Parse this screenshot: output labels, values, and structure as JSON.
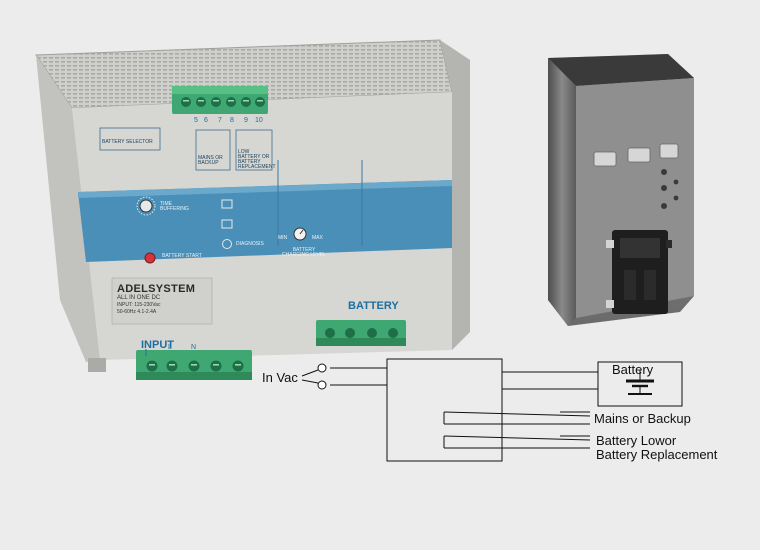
{
  "device": {
    "brand": "ADELSYSTEM",
    "label_line1": "ALL IN ONE DC",
    "label_line2": "INPUT: 115-230Vac",
    "label_line3": "50-60Hz 4.1-2.4A",
    "input_label": "INPUT",
    "battery_label": "BATTERY",
    "terminal_numbers": [
      "5",
      "6",
      "7",
      "8",
      "9",
      "10"
    ],
    "relay_mains": "MAINS OR BACKUP",
    "relay_low": "LOW BATTERY OR BATTERY REPLACEMENT",
    "battery_selector": "BATTERY SELECTOR",
    "time_buffering": "TIME BUFFERING",
    "battery_start": "BATTERY START",
    "diagnosis": "DIAGNOSIS",
    "charging_level": "BATTERY CHARGING LEVEL",
    "min": "MIN",
    "max": "MAX",
    "input_terminals": [
      "L",
      "N"
    ]
  },
  "diagram": {
    "input_label": "In Vac",
    "battery_label": "Battery",
    "relay1_label": "Mains or Backup",
    "relay2_label_line1": "Battery Lowor",
    "relay2_label_line2": "Battery Replacement"
  },
  "colors": {
    "housing": "#c9c8c3",
    "front_panel": "#d8d8d4",
    "blue_band": "#4a90b8",
    "terminal_green": "#3fa872",
    "dark_module": "#2e2e2e",
    "diagram_line": "#111111"
  }
}
